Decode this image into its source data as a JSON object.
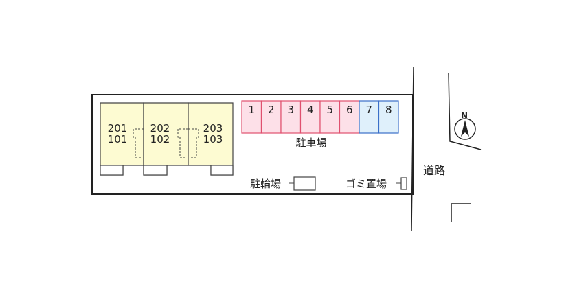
{
  "units": [
    {
      "upper": "201",
      "lower": "101"
    },
    {
      "upper": "202",
      "lower": "102"
    },
    {
      "upper": "203",
      "lower": "103"
    }
  ],
  "parking": {
    "label": "駐車場",
    "spaces": [
      {
        "num": "1",
        "color": "#fde0e8"
      },
      {
        "num": "2",
        "color": "#fde0e8"
      },
      {
        "num": "3",
        "color": "#fde0e8"
      },
      {
        "num": "4",
        "color": "#fde0e8"
      },
      {
        "num": "5",
        "color": "#fde0e8"
      },
      {
        "num": "6",
        "color": "#fde0e8"
      },
      {
        "num": "7",
        "color": "#dff0fb"
      },
      {
        "num": "8",
        "color": "#dff0fb"
      }
    ],
    "pink_border": "#e0506f",
    "blue_border": "#3a6fc8"
  },
  "bicycle_parking": {
    "label": "駐輪場"
  },
  "garbage": {
    "label": "ゴミ置場"
  },
  "road": {
    "label": "道路"
  },
  "compass": {
    "label": "N"
  },
  "colors": {
    "unit_fill": "#fdfbd2",
    "building_border": "#444444"
  }
}
